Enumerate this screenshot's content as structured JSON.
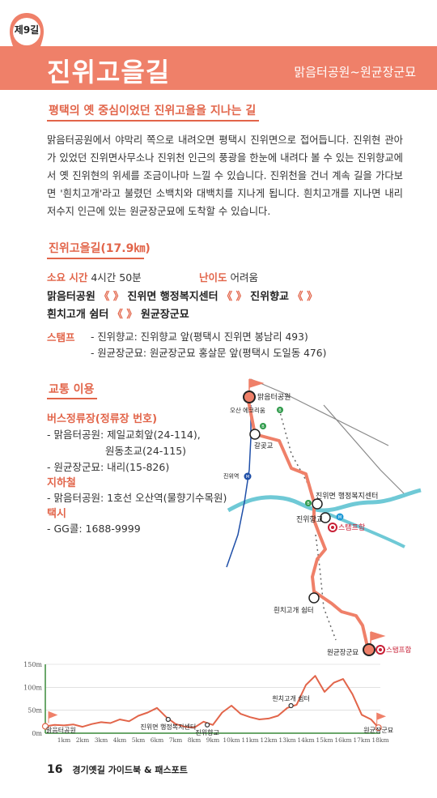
{
  "header": {
    "badge": "제9길",
    "title": "진위고을길",
    "span": "맑음터공원~원균장군묘"
  },
  "intro": {
    "heading": "평택의 옛 중심이었던 진위고을을 지나는 길",
    "body": "맑음터공원에서 야막리 쪽으로 내려오면 평택시 진위면으로 접어듭니다. 진위현 관아가 있었던 진위면사무소나 진위천 인근의 풍광을 한눈에 내려다 볼 수 있는 진위향교에서 옛 진위현의 위세를 조금이나마 느낄 수 있습니다. 진위천을 건너 계속 길을 가다보면 '흰치고개'라고 불렸던 소백치와 대백치를 지나게 됩니다. 흰치고개를 지나면 내리저수지 인근에 있는 원균장군묘에 도착할 수 있습니다."
  },
  "course": {
    "heading": "진위고을길(17.9㎞)",
    "time_label": "소요 시간",
    "time_value": "4시간 50분",
    "difficulty_label": "난이도",
    "difficulty_value": "어려움",
    "arrow": "《 》",
    "points": [
      "맑음터공원",
      "진위면 행정복지센터",
      "진위향교",
      "흰치고개 쉼터",
      "원균장군묘"
    ],
    "stamp_label": "스탬프",
    "stamps": [
      "- 진위향교: 진위향교 앞(평택시 진위면 봉남리 493)",
      "- 원균장군묘: 원균장군묘 홍살문 앞(평택시 도일동 476)"
    ]
  },
  "transport": {
    "heading": "교통 이용",
    "bus_heading": "버스정류장(정류장 번호)",
    "bus_items": [
      "- 맑음터공원: 제일교회앞(24-114),",
      "원동초교(24-115)",
      "- 원균장군묘: 내리(15-826)"
    ],
    "subway_heading": "지하철",
    "subway_item": "- 맑음터공원: 1호선 오산역(물향기수목원)",
    "taxi_heading": "택시",
    "taxi_item": "- GG콜: 1688-9999"
  },
  "map": {
    "labels": {
      "park": "맑음터공원",
      "osan_eco": "오산 에코리움",
      "galgot": "갈곶교",
      "jinwi_station": "진위역",
      "office": "진위면 행정복지센터",
      "hyanggyo": "진위향교",
      "stamp1": "스탬프함",
      "huichi": "흰치고개 쉼터",
      "tomb": "원균장군묘",
      "stamp2": "스탬프함"
    },
    "subway_symbol": "M",
    "bus_symbol": "B"
  },
  "chart_data": {
    "type": "area",
    "x": [
      0,
      0.5,
      1,
      1.5,
      2,
      2.5,
      3,
      3.5,
      4,
      4.5,
      5,
      5.5,
      6,
      6.5,
      7,
      7.5,
      8,
      8.5,
      9,
      9.5,
      10,
      10.5,
      11,
      11.5,
      12,
      12.5,
      13,
      13.5,
      14,
      14.5,
      15,
      15.5,
      16,
      16.5,
      17,
      17.5,
      17.9
    ],
    "y": [
      15,
      18,
      17,
      19,
      14,
      20,
      24,
      22,
      30,
      26,
      38,
      45,
      55,
      35,
      20,
      14,
      12,
      25,
      18,
      45,
      60,
      42,
      35,
      30,
      32,
      38,
      55,
      62,
      105,
      125,
      90,
      110,
      118,
      85,
      40,
      30,
      12
    ],
    "xlabels": [
      "1km",
      "2km",
      "3km",
      "4km",
      "5km",
      "6km",
      "7km",
      "8km",
      "9km",
      "10km",
      "11km",
      "12km",
      "13km",
      "14km",
      "15km",
      "16km",
      "17km",
      "18km"
    ],
    "ylabels": [
      "0m",
      "50m",
      "100m",
      "150m"
    ],
    "xlim": [
      0,
      18
    ],
    "ylim": [
      0,
      150
    ],
    "annotations": [
      {
        "label": "맑음터공원",
        "x": 0,
        "y": 15
      },
      {
        "label": "진위면 행정복지센터",
        "x": 6.6,
        "y": 30
      },
      {
        "label": "진위향교",
        "x": 8.7,
        "y": 18
      },
      {
        "label": "흰치고개 쉼터",
        "x": 13.2,
        "y": 60
      },
      {
        "label": "원균장군묘",
        "x": 17.9,
        "y": 12
      }
    ]
  },
  "footer": {
    "page": "16",
    "book": "경기옛길 가이드북 & 패스포트"
  },
  "colors": {
    "accent": "#ef8069",
    "accent_dark": "#e2654a",
    "river": "#6fc9d6",
    "subway": "#1f4fa8"
  }
}
